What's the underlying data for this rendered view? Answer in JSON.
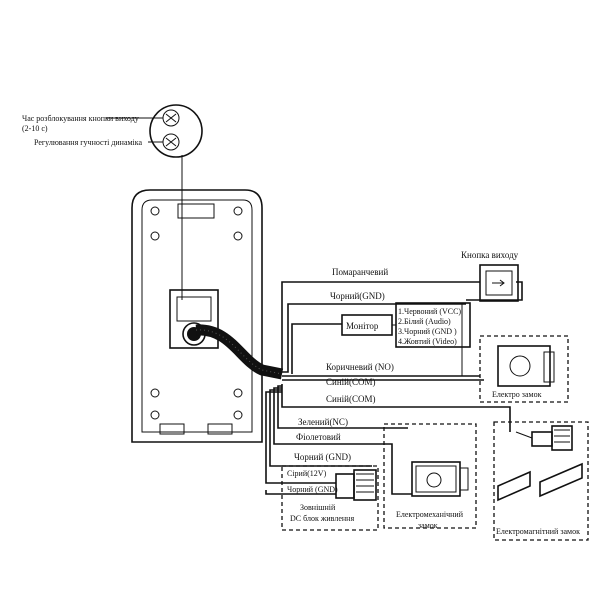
{
  "adjusters": {
    "unlock_time": "Час розблокування кнопки виходу",
    "unlock_time_range": "(2-10 с)",
    "speaker_volume": "Регулювання гучності динаміка"
  },
  "exit_button": {
    "title": "Кнопка виходу"
  },
  "wires": {
    "orange": "Помаранчевий",
    "black_gnd_top": "Чорний(GND)",
    "brown": "Коричневий (NO)",
    "blue1": "Синій(COM)",
    "blue2": "Синій(COM)",
    "green": "Зелений(NC)",
    "violet": "Фіолетовий",
    "black_gnd_bottom": "Чорний (GND)"
  },
  "monitor": {
    "label": "Монітор",
    "pins": [
      "1.Червоний (VCC)",
      "2.Білий (Audio)",
      "3.Чорний (GND )",
      "4.Жовтий (Video)"
    ]
  },
  "electric_lock": {
    "label": "Електро замок"
  },
  "power_supply": {
    "grey": "Сірий(12V)",
    "black": "Чорний (GND)",
    "label_line1": "Зовнішній",
    "label_line2": "DC блок живлення"
  },
  "mech_lock": {
    "label_line1": "Електромеханічний",
    "label_line2": "замок"
  },
  "mag_lock": {
    "label": "Електромагнітний замок"
  }
}
